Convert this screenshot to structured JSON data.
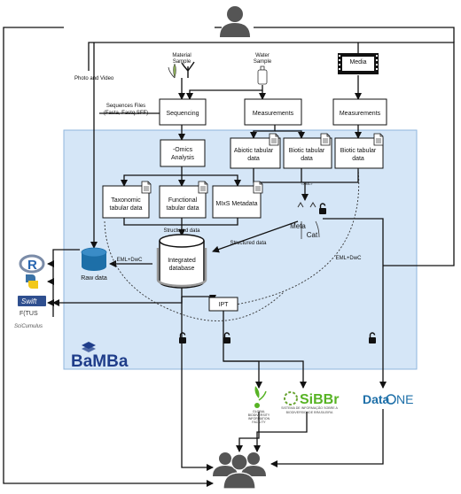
{
  "brand": {
    "name": "BaMBa"
  },
  "sources": {
    "material": {
      "line1": "Material",
      "line2": "Sample"
    },
    "water": {
      "line1": "Water",
      "line2": "Sample"
    },
    "media": "Media"
  },
  "labels": {
    "photo_video": "Photo and Video",
    "seq_files_1": "Sequences Files",
    "seq_files_2": "(Fasta, Fastq,SFF)",
    "structured_1": "Structured data",
    "structured_2": "Structured data",
    "eml_left": "EML+DwC",
    "eml_right": "EML+DwC",
    "xml": "<XML>"
  },
  "process": {
    "sequencing": "Sequencing",
    "measurements_1": "Measurements",
    "measurements_2": "Measurements",
    "omics_1": "-Omics",
    "omics_2": "Analysis",
    "ipt": "IPT"
  },
  "data_boxes": {
    "abiotic_1": "Abiotic tabular",
    "abiotic_2": "data",
    "biotic_1": "Biotic tabular",
    "biotic_2": "data",
    "biotic_media_1": "Biotic tabular",
    "biotic_media_2": "data",
    "taxonomic_1": "Taxonomic",
    "taxonomic_2": "tabular data",
    "functional_1": "Functional",
    "functional_2": "tabular data",
    "mixs": "MIxS Metadata"
  },
  "storage": {
    "integrated_1": "Integrated",
    "integrated_2": "database",
    "raw": "Raw data",
    "metacat_1": "Meta",
    "metacat_2": "Cat"
  },
  "tools": {
    "r": "R",
    "swift": "Swift",
    "fitus": "F(TUS",
    "scicumulus": "SciCumulus"
  },
  "partners": {
    "gbif_1": "GLOBAL",
    "gbif_2": "BIODIVERSITY",
    "gbif_3": "INFORMATION",
    "gbif_4": "FACILITY",
    "sibbr": "SiBBr",
    "sibbr_sub_1": "SISTEMA DE INFORMAÇÃO SOBRE A",
    "sibbr_sub_2": "BIODIVERSIDADE BRASILEIRA",
    "dataone_1": "Data",
    "dataone_2": "NE"
  },
  "colors": {
    "panel": "#d5e6f7",
    "panel_border": "#8fb6dd",
    "blue": "#1d6fa8",
    "brand": "#1f3d8a",
    "green": "#57b324",
    "user": "#555555"
  },
  "icons": [
    "user-icon",
    "users-icon",
    "leaf-icon",
    "coral-icon",
    "bottle-icon",
    "film-icon",
    "document-icon",
    "lock-icon",
    "cylinder-icon"
  ]
}
